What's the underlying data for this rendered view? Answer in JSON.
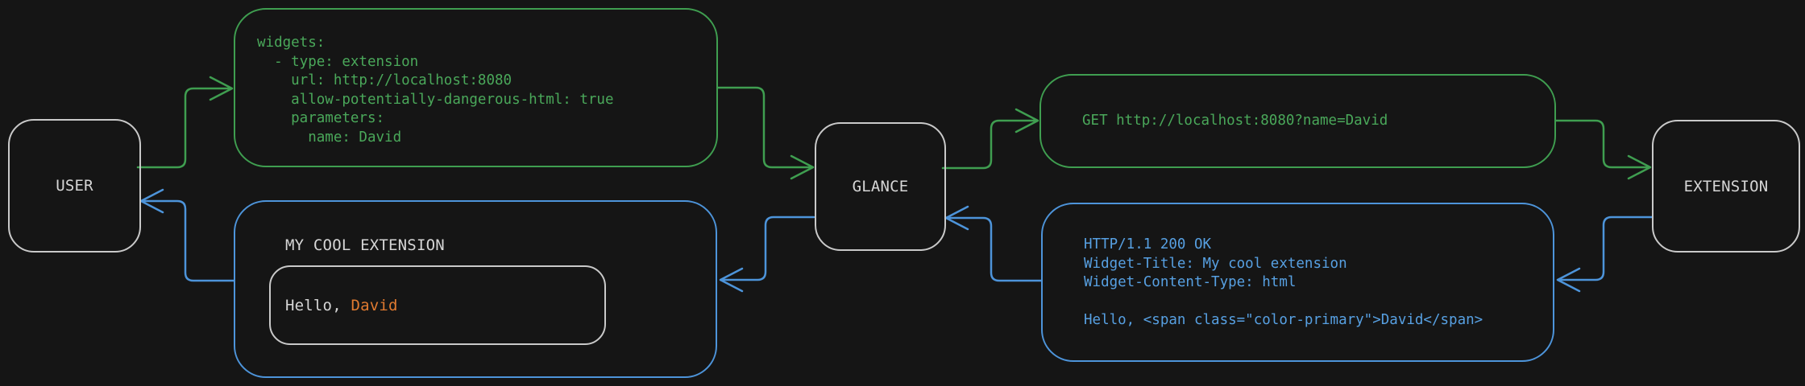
{
  "colors": {
    "background": "#151515",
    "green": "#3f9e50",
    "green_text": "#4aa85a",
    "blue": "#4d94da",
    "blue_text": "#57a0e2",
    "orange": "#e07a30",
    "white": "#d6d6d6",
    "border_white": "#c9c9c9"
  },
  "nodes": {
    "user": "USER",
    "glance": "GLANCE",
    "extension": "EXTENSION"
  },
  "config_box": {
    "code": "widgets:\n  - type: extension\n    url: http://localhost:8080\n    allow-potentially-dangerous-html: true\n    parameters:\n      name: David"
  },
  "request_box": {
    "code": "GET http://localhost:8080?name=David"
  },
  "response_box": {
    "code": "HTTP/1.1 200 OK\nWidget-Title: My cool extension\nWidget-Content-Type: html\n\nHello, <span class=\"color-primary\">David</span>"
  },
  "widget_box": {
    "title": "MY COOL EXTENSION",
    "greeting_prefix": "Hello, ",
    "greeting_name": "David"
  }
}
